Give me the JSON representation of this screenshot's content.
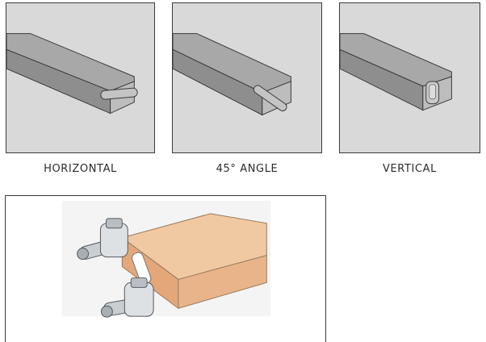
{
  "diagrams": [
    {
      "caption": "HORIZONTAL",
      "pin_orientation": "horizontal"
    },
    {
      "caption": "45° ANGLE",
      "pin_orientation": "45-degree"
    },
    {
      "caption": "VERTICAL",
      "pin_orientation": "vertical"
    }
  ],
  "assembly": {
    "illustration": "hinge-pin-assembly-on-rectangular-tube"
  },
  "colors": {
    "panel_background": "#d9d9d9",
    "tube_top": "#a9a9a9",
    "tube_side": "#8d8d8d",
    "tube_end": "#bdbdbd",
    "outline": "#3a3a3a",
    "wood": "#e9b98e",
    "metal": "#c9ced3"
  }
}
